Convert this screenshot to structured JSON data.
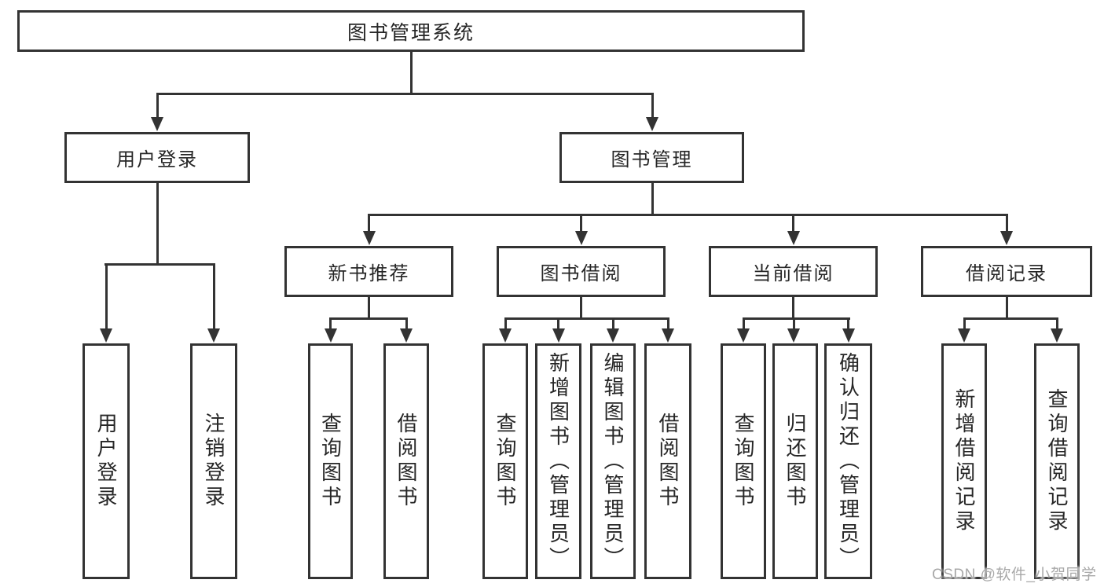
{
  "diagram": {
    "title": "图书管理系统",
    "branches": {
      "user_login": {
        "label": "用户登录",
        "children": {
          "login": "用户登录",
          "logout": "注销登录"
        }
      },
      "book_management": {
        "label": "图书管理",
        "children": {
          "new_books": {
            "label": "新书推荐",
            "children": {
              "query": "查询图书",
              "borrow": "借阅图书"
            }
          },
          "book_borrow": {
            "label": "图书借阅",
            "children": {
              "query": "查询图书",
              "add": "新增图书（管理员）",
              "edit": "编辑图书（管理员）",
              "borrow": "借阅图书"
            }
          },
          "current_borrow": {
            "label": "当前借阅",
            "children": {
              "query": "查询图书",
              "return": "归还图书",
              "confirm": "确认归还（管理员）"
            }
          },
          "borrow_records": {
            "label": "借阅记录",
            "children": {
              "add": "新增借阅记录",
              "query": "查询借阅记录"
            }
          }
        }
      }
    },
    "watermark": "CSDN @软件_小贺同学",
    "colors": {
      "line": "#333333",
      "text": "#262626",
      "watermark": "#a8a8a8",
      "background": "#ffffff"
    }
  }
}
